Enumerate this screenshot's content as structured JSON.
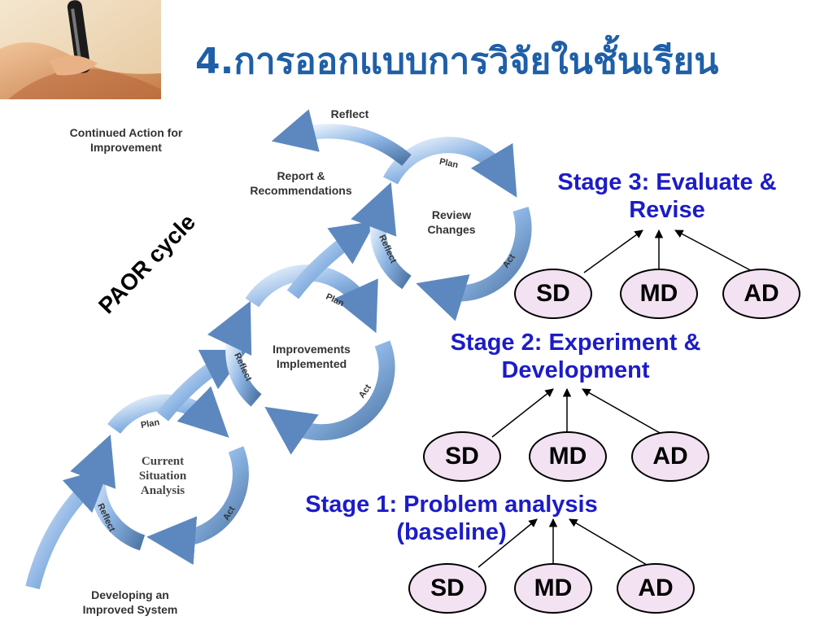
{
  "slide": {
    "title": "4.การออกแบบการวิจัยในชั้นเรียน"
  },
  "photo": {
    "icon": "hand-holding-pen-photo"
  },
  "cycle": {
    "paor_label": "PAOR cycle",
    "step_labels": {
      "continued_action": "Continued Action for\nImprovement",
      "report": "Report &\nRecommendations",
      "review": "Review\nChanges",
      "improvements": "Improvements\nImplemented",
      "current": "Current\nSituation\nAnalysis",
      "developing": "Developing an\nImproved System",
      "reflect_top": "Reflect"
    },
    "arrow_words": {
      "plan": "Plan",
      "act": "Act",
      "reflect": "Reflect"
    }
  },
  "stages": [
    {
      "label": "Stage 3: Evaluate &\nRevise",
      "nodes": [
        "SD",
        "MD",
        "AD"
      ]
    },
    {
      "label": "Stage 2: Experiment &\nDevelopment",
      "nodes": [
        "SD",
        "MD",
        "AD"
      ]
    },
    {
      "label": "Stage 1: Problem analysis\n(baseline)",
      "nodes": [
        "SD",
        "MD",
        "AD"
      ]
    }
  ],
  "colors": {
    "title": "#1f5fa8",
    "stage_text": "#1c1cc8",
    "node_fill": "#f2e2f2",
    "arrow_blue": "#6f9fd8"
  }
}
